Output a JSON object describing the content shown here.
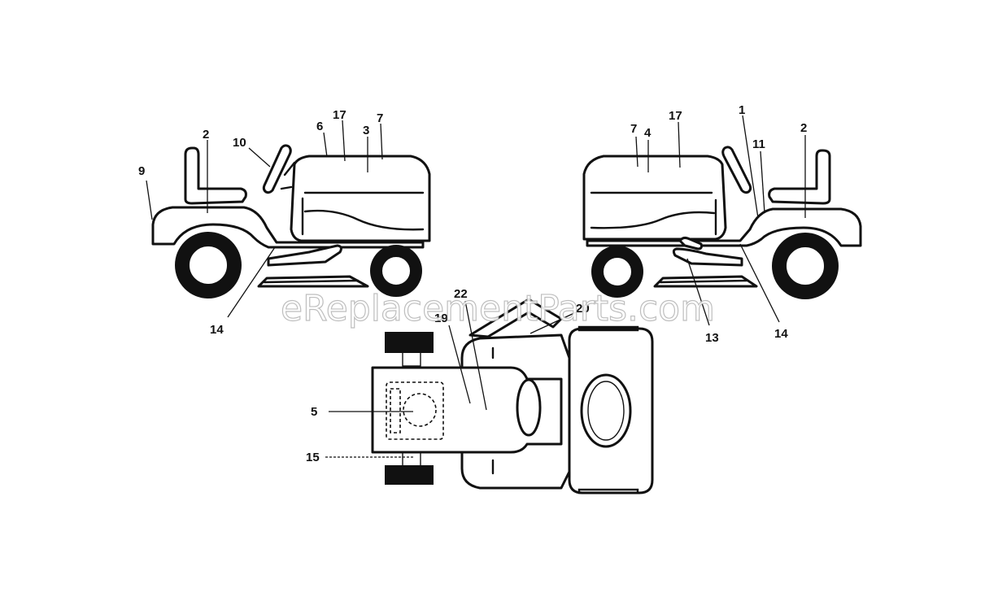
{
  "watermark": "eReplacementParts.com",
  "callouts": [
    {
      "id": "c-9-left",
      "label": "9"
    },
    {
      "id": "c-2-left",
      "label": "2"
    },
    {
      "id": "c-10-left",
      "label": "10"
    },
    {
      "id": "c-6-left",
      "label": "6"
    },
    {
      "id": "c-17-left",
      "label": "17"
    },
    {
      "id": "c-3-left",
      "label": "3"
    },
    {
      "id": "c-7-left",
      "label": "7"
    },
    {
      "id": "c-14-left",
      "label": "14"
    },
    {
      "id": "c-7-right",
      "label": "7"
    },
    {
      "id": "c-4-right",
      "label": "4"
    },
    {
      "id": "c-17-right",
      "label": "17"
    },
    {
      "id": "c-1-right",
      "label": "1"
    },
    {
      "id": "c-11-right",
      "label": "11"
    },
    {
      "id": "c-2-right",
      "label": "2"
    },
    {
      "id": "c-13-right",
      "label": "13"
    },
    {
      "id": "c-14-right",
      "label": "14"
    },
    {
      "id": "c-22-top",
      "label": "22"
    },
    {
      "id": "c-19-top",
      "label": "19"
    },
    {
      "id": "c-20-top",
      "label": "20"
    },
    {
      "id": "c-5-top",
      "label": "5"
    },
    {
      "id": "c-15-top",
      "label": "15"
    }
  ]
}
